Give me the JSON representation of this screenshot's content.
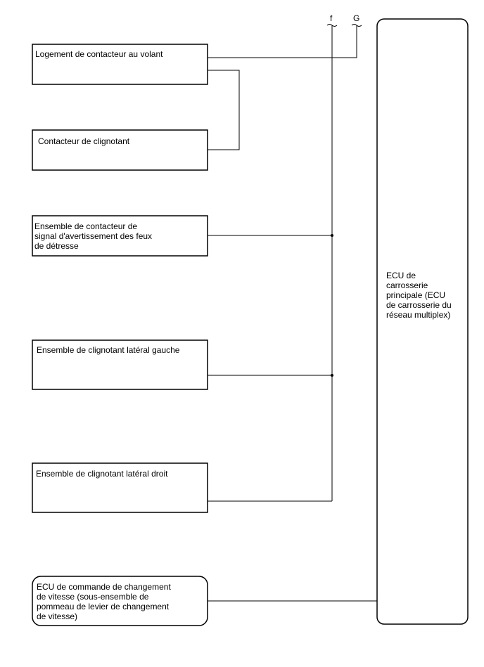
{
  "components": {
    "steering_pad_housing": "Logement de contacteur au volant",
    "turn_signal_switch": "Contacteur de clignotant",
    "hazard_switch": "Ensemble de contacteur de\nsignal d'avertissement des feux\nde détresse",
    "left_side_turn": "Ensemble de clignotant latéral gauche",
    "right_side_turn": "Ensemble de clignotant latéral droit",
    "shift_lever_ecu": "ECU de commande de changement\nde vitesse (sous-ensemble de\npommeau de levier de changement\nde vitesse)",
    "main_body_ecu": "ECU de\ncarrosserie\nprincipale (ECU\nde carrosserie du\nréseau multiplex)"
  },
  "connectors": {
    "f": "f",
    "G": "G"
  }
}
